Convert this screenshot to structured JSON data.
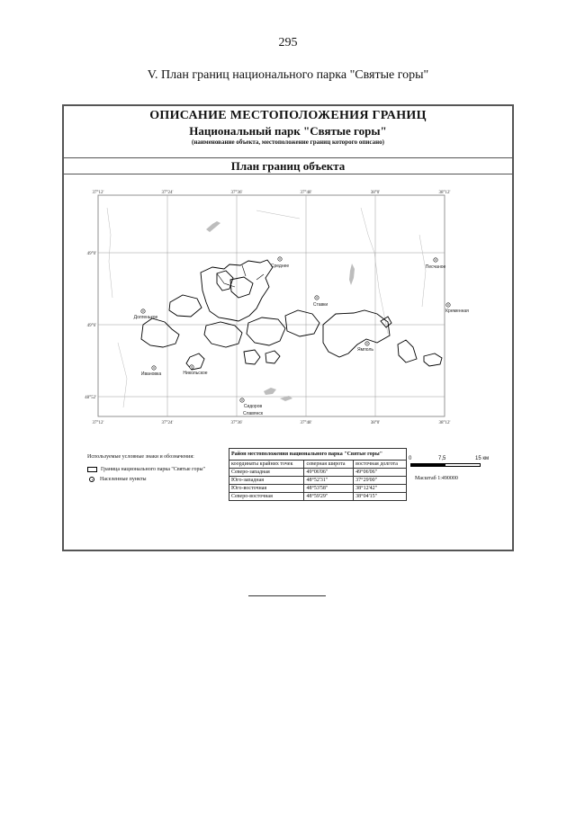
{
  "page_number": "295",
  "section_heading": "V. План границ национального парка \"Святые горы\"",
  "header": {
    "title": "ОПИСАНИЕ МЕСТОПОЛОЖЕНИЯ ГРАНИЦ",
    "object_name": "Национальный парк \"Святые горы\"",
    "note": "(наименование объекта, местоположение границ которого описано)"
  },
  "plan_title": "План границ объекта",
  "map": {
    "top_lon_labels": [
      "37°12'",
      "37°24'",
      "37°36'",
      "37°48'",
      "38°0'",
      "38°12'"
    ],
    "bottom_lon_labels": [
      "37°12'",
      "37°24'",
      "37°36'",
      "37°48'",
      "38°0'",
      "38°12'"
    ],
    "lat_labels": [
      "49°0'",
      "49°6'",
      "48°52'"
    ],
    "settlements": [
      "Среднее",
      "Песчаное",
      "Ставки",
      "Долгенькое",
      "Кременная",
      "Ямполь",
      "Ивановка",
      "Никольское",
      "Сидоров",
      "Славянск"
    ]
  },
  "legend": {
    "title": "Используемые условные знаки и обозначения:",
    "boundary_label": "Граница национального парка \"Святые горы\"",
    "settlement_label": "Населенные пункты"
  },
  "coords_table": {
    "caption": "Район местоположения национального парка \"Святые горы\"",
    "headers": [
      "координаты крайних точек",
      "северная широта",
      "восточная долгота"
    ],
    "rows": [
      [
        "Северо-западная",
        "49°06'06\"",
        "49°06'06\""
      ],
      [
        "Юго-западная",
        "48°52'31\"",
        "37°29'00\""
      ],
      [
        "Юго-восточная",
        "48°53'58\"",
        "38°12'42\""
      ],
      [
        "Северо-восточная",
        "48°59'29\"",
        "38°04'15\""
      ]
    ]
  },
  "scale": {
    "label_0": "0",
    "label_mid": "7,5",
    "label_end": "15 км",
    "text": "Масштаб 1:490000"
  },
  "colors": {
    "frame": "#555555",
    "grid": "#999999",
    "boundary": "#000000",
    "water": "#bdbdbd"
  }
}
